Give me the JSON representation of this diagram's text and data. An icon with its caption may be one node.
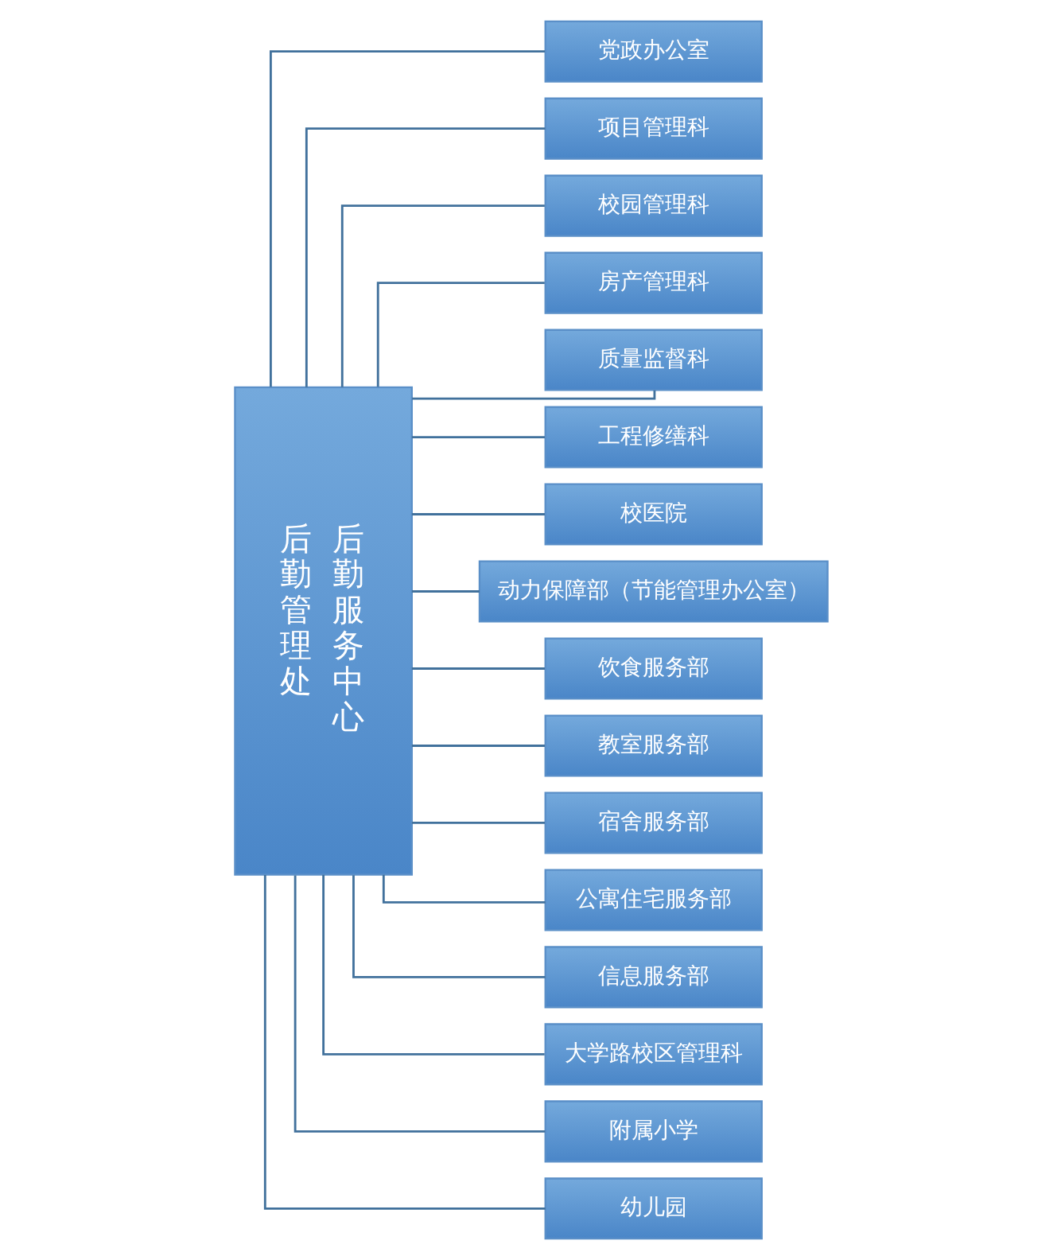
{
  "diagram": {
    "nodes": [
      {
        "text": [
          "后勤管理处",
          "后勤服务中心"
        ]
      },
      {
        "text": [
          "党政办公室"
        ]
      },
      {
        "text": [
          "项目管理科"
        ]
      },
      {
        "text": [
          "校园管理科"
        ]
      },
      {
        "text": [
          "房产管理科"
        ]
      },
      {
        "text": [
          "质量监督科"
        ]
      },
      {
        "text": [
          "工程修缮科"
        ]
      },
      {
        "text": [
          "校医院"
        ]
      },
      {
        "text": [
          "动力保障部（节能管理办公室）"
        ]
      },
      {
        "text": [
          "饮食服务部"
        ]
      },
      {
        "text": [
          "教室服务部"
        ]
      },
      {
        "text": [
          "宿舍服务部"
        ]
      },
      {
        "text": [
          "公寓住宅服务部"
        ]
      },
      {
        "text": [
          "信息服务部"
        ]
      },
      {
        "text": [
          "大学路校区管理科"
        ]
      },
      {
        "text": [
          "附属小学"
        ]
      },
      {
        "text": [
          "幼儿园"
        ]
      }
    ],
    "edges": [
      {
        "from": 0,
        "to": 1,
        "arrow": "none"
      },
      {
        "from": 0,
        "to": 2,
        "arrow": "none"
      },
      {
        "from": 0,
        "to": 3,
        "arrow": "none"
      },
      {
        "from": 0,
        "to": 4,
        "arrow": "none"
      },
      {
        "from": 0,
        "to": 5,
        "arrow": "none"
      },
      {
        "from": 0,
        "to": 6,
        "arrow": "none"
      },
      {
        "from": 0,
        "to": 7,
        "arrow": "none"
      },
      {
        "from": 0,
        "to": 8,
        "arrow": "none"
      },
      {
        "from": 0,
        "to": 9,
        "arrow": "none"
      },
      {
        "from": 0,
        "to": 10,
        "arrow": "none"
      },
      {
        "from": 0,
        "to": 11,
        "arrow": "none"
      },
      {
        "from": 0,
        "to": 12,
        "arrow": "none"
      },
      {
        "from": 0,
        "to": 13,
        "arrow": "none"
      },
      {
        "from": 0,
        "to": 14,
        "arrow": "none"
      },
      {
        "from": 0,
        "to": 15,
        "arrow": "none"
      },
      {
        "from": 0,
        "to": 16,
        "arrow": "none"
      }
    ]
  }
}
